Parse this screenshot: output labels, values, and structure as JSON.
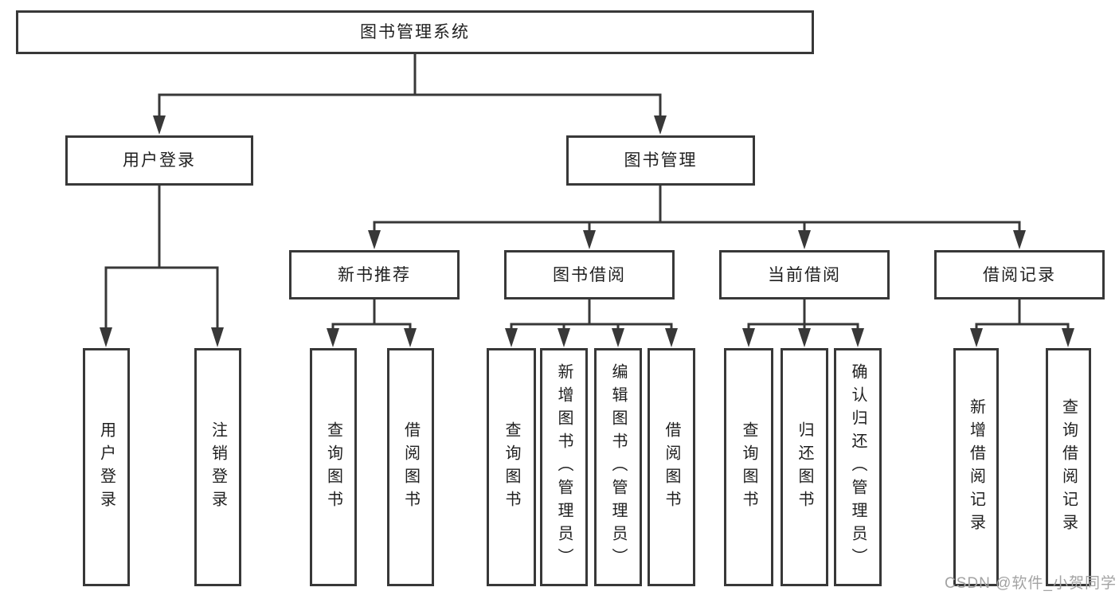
{
  "watermark": {
    "text": "CSDN @软件_小贺同学",
    "color": "#a3a3a3"
  },
  "diagram": {
    "type": "hierarchy-tree",
    "title": "图书管理系统",
    "colors": {
      "background": "#ffffff",
      "line": "#383838",
      "box_border": "#383838",
      "text": "#1f1f1f"
    },
    "nodes": {
      "root": {
        "label": "图书管理系统"
      },
      "user_login": {
        "label": "用户登录"
      },
      "book_management": {
        "label": "图书管理"
      },
      "new_book_recommend": {
        "label": "新书推荐"
      },
      "book_borrow": {
        "label": "图书借阅"
      },
      "current_borrow": {
        "label": "当前借阅"
      },
      "borrow_records": {
        "label": "借阅记录"
      },
      "leaf_user_login": {
        "label": "用户登录"
      },
      "leaf_logout": {
        "label": "注销登录"
      },
      "leaf_query_book_recommend": {
        "label": "查询图书"
      },
      "leaf_borrow_book_recommend": {
        "label": "借阅图书"
      },
      "leaf_query_book_borrow": {
        "label": "查询图书"
      },
      "leaf_add_book_admin": {
        "label": "新增图书（管理员）"
      },
      "leaf_edit_book_admin": {
        "label": "编辑图书（管理员）"
      },
      "leaf_borrow_book_borrow": {
        "label": "借阅图书"
      },
      "leaf_query_book_current": {
        "label": "查询图书"
      },
      "leaf_return_book": {
        "label": "归还图书"
      },
      "leaf_confirm_return_admin": {
        "label": "确认归还（管理员）"
      },
      "leaf_add_borrow_record": {
        "label": "新增借阅记录"
      },
      "leaf_query_borrow_record": {
        "label": "查询借阅记录"
      }
    },
    "edges": [
      {
        "from": "root",
        "to": "user_login"
      },
      {
        "from": "root",
        "to": "book_management"
      },
      {
        "from": "user_login",
        "to": "leaf_user_login"
      },
      {
        "from": "user_login",
        "to": "leaf_logout"
      },
      {
        "from": "book_management",
        "to": "new_book_recommend"
      },
      {
        "from": "book_management",
        "to": "book_borrow"
      },
      {
        "from": "book_management",
        "to": "current_borrow"
      },
      {
        "from": "book_management",
        "to": "borrow_records"
      },
      {
        "from": "new_book_recommend",
        "to": "leaf_query_book_recommend"
      },
      {
        "from": "new_book_recommend",
        "to": "leaf_borrow_book_recommend"
      },
      {
        "from": "book_borrow",
        "to": "leaf_query_book_borrow"
      },
      {
        "from": "book_borrow",
        "to": "leaf_add_book_admin"
      },
      {
        "from": "book_borrow",
        "to": "leaf_edit_book_admin"
      },
      {
        "from": "book_borrow",
        "to": "leaf_borrow_book_borrow"
      },
      {
        "from": "current_borrow",
        "to": "leaf_query_book_current"
      },
      {
        "from": "current_borrow",
        "to": "leaf_return_book"
      },
      {
        "from": "current_borrow",
        "to": "leaf_confirm_return_admin"
      },
      {
        "from": "borrow_records",
        "to": "leaf_add_borrow_record"
      },
      {
        "from": "borrow_records",
        "to": "leaf_query_borrow_record"
      }
    ]
  }
}
